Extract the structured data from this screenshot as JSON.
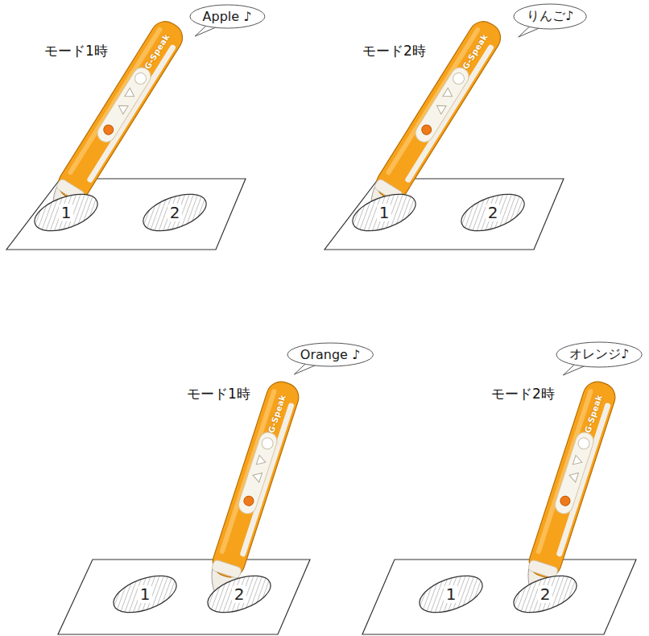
{
  "diagram": {
    "nodes": [
      {
        "text": [
          "Apple ♪"
        ]
      },
      {
        "text": [
          "1"
        ]
      },
      {
        "text": [
          "2"
        ]
      },
      {
        "text": [
          "りんご♪"
        ]
      },
      {
        "text": [
          "1"
        ]
      },
      {
        "text": [
          "2"
        ]
      },
      {
        "text": [
          "Orange ♪"
        ]
      },
      {
        "text": [
          "1"
        ]
      },
      {
        "text": [
          "2"
        ]
      },
      {
        "text": [
          "オレンジ♪"
        ]
      },
      {
        "text": [
          "1"
        ]
      },
      {
        "text": [
          "2"
        ]
      }
    ],
    "labels": [
      "モード1時",
      "G-Speak",
      "モード2時",
      "G-Speak",
      "モード1時",
      "G-Speak",
      "モード2時",
      "G-Speak"
    ]
  }
}
